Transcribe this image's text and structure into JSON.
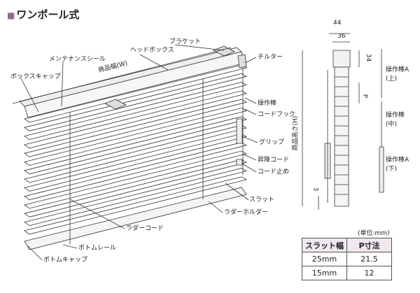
{
  "title": "ワンポール式",
  "labels": {
    "bracket": "ブラケット",
    "head_box": "ヘッドボックス",
    "maintenance_seal": "メンテナンスシール",
    "width": "商品幅(W)",
    "box_cap": "ボックスキャップ",
    "tilter": "チルター",
    "operation_rod": "操作棒",
    "cord_hook": "コードフック",
    "grip": "グリップ",
    "lift_cord": "昇降コード",
    "cord_stop": "コード止め",
    "slat": "スラット",
    "ladder_holder": "ラダーホルダー",
    "ladder_cord": "ラダーコード",
    "bottom_rail": "ボトムレール",
    "bottom_cap": "ボトムキャップ"
  },
  "side": {
    "dim_44": "44",
    "dim_36": "36",
    "dim_34": "34",
    "dim_p": "P",
    "height": "商品高さ(H)",
    "dim_3": "3",
    "rod_a_top": "操作棒A",
    "rod_a_top_sub": "(上)",
    "rod_mid": "操作棒",
    "rod_mid_sub": "(中)",
    "rod_a_bottom": "操作棒A",
    "rod_a_bottom_sub": "(下)"
  },
  "table": {
    "unit": "(単位:mm)",
    "headers": [
      "スラット幅",
      "P寸法"
    ],
    "rows": [
      [
        "25mm",
        "21.5"
      ],
      [
        "15mm",
        "12"
      ]
    ]
  }
}
